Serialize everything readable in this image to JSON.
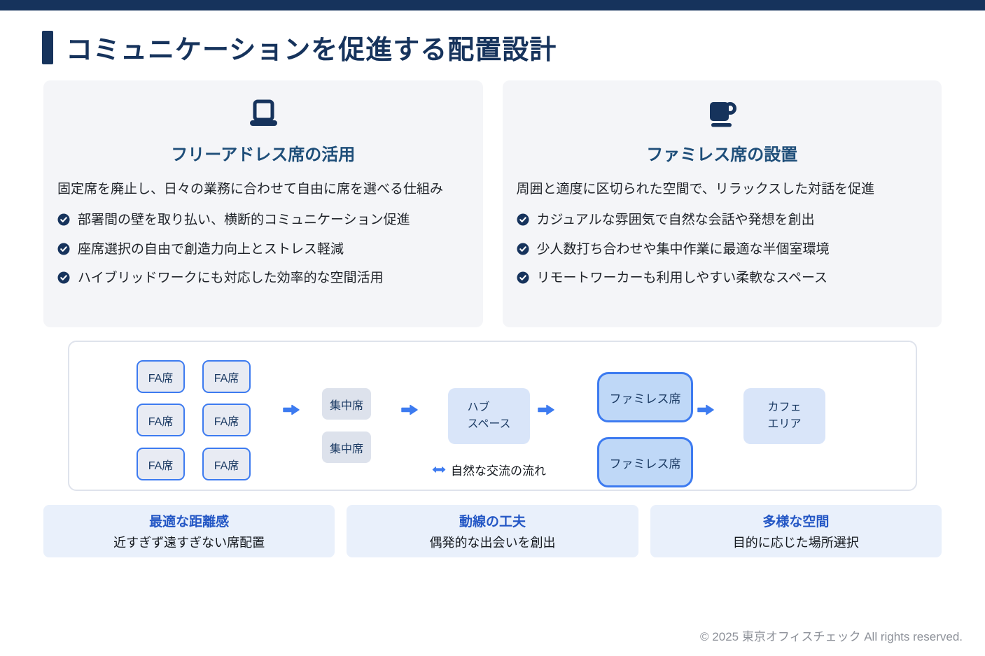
{
  "page": {
    "title": "コミュニケーションを促進する配置設計"
  },
  "colors": {
    "accent_navy": "#16335c",
    "card_heading_blue": "#1e4e79",
    "feature_title_blue": "#2457c5",
    "arrow_blue": "#3d7bf0",
    "box_border_blue": "#3d7bf0",
    "famiresu_fill": "#bfd8f7",
    "hub_cafe_fill": "#d9e5f9",
    "card_bg": "#f4f5f8",
    "feature_bg": "#e9f0fb"
  },
  "cards": [
    {
      "icon": "laptop-icon",
      "title": "フリーアドレス席の活用",
      "description": "固定席を廃止し、日々の業務に合わせて自由に席を選べる仕組み",
      "bullets": [
        "部署間の壁を取り払い、横断的コミュニケーション促進",
        "座席選択の自由で創造力向上とストレス軽減",
        "ハイブリッドワークにも対応した効率的な空間活用"
      ]
    },
    {
      "icon": "coffee-icon",
      "title": "ファミレス席の設置",
      "description": "周囲と適度に区切られた空間で、リラックスした対話を促進",
      "bullets": [
        "カジュアルな雰囲気で自然な会話や発想を創出",
        "少人数打ち合わせや集中作業に最適な半個室環境",
        "リモートワーカーも利用しやすい柔軟なスペース"
      ]
    }
  ],
  "diagram": {
    "fa_seats": [
      "FA席",
      "FA席",
      "FA席",
      "FA席",
      "FA席",
      "FA席"
    ],
    "focus_seats": [
      "集中席",
      "集中席"
    ],
    "hub_space": [
      "ハブ",
      "スペース"
    ],
    "famiresu_seats": [
      "ファミレス席",
      "ファミレス席"
    ],
    "cafe_area": [
      "カフェ",
      "エリア"
    ],
    "flow_label": "自然な交流の流れ"
  },
  "features": [
    {
      "title": "最適な距離感",
      "subtitle": "近すぎず遠すぎない席配置"
    },
    {
      "title": "動線の工夫",
      "subtitle": "偶発的な出会いを創出"
    },
    {
      "title": "多様な空間",
      "subtitle": "目的に応じた場所選択"
    }
  ],
  "footer": {
    "copyright": "© 2025 東京オフィスチェック All rights reserved."
  }
}
